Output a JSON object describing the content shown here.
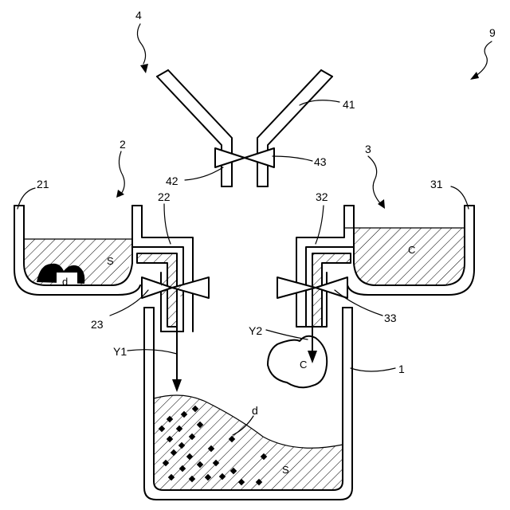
{
  "labels": {
    "ref_9": "9",
    "ref_4": "4",
    "ref_41": "41",
    "ref_42": "42",
    "ref_43": "43",
    "ref_2": "2",
    "ref_21": "21",
    "ref_22": "22",
    "ref_23": "23",
    "ref_3": "3",
    "ref_31": "31",
    "ref_32": "32",
    "ref_33": "33",
    "ref_1": "1",
    "ref_Y1": "Y1",
    "ref_Y2": "Y2",
    "material_S_left": "S",
    "material_d_left": "d",
    "material_C_right": "C",
    "material_C_falling": "C",
    "material_d_tank": "d",
    "material_S_tank": "S"
  }
}
